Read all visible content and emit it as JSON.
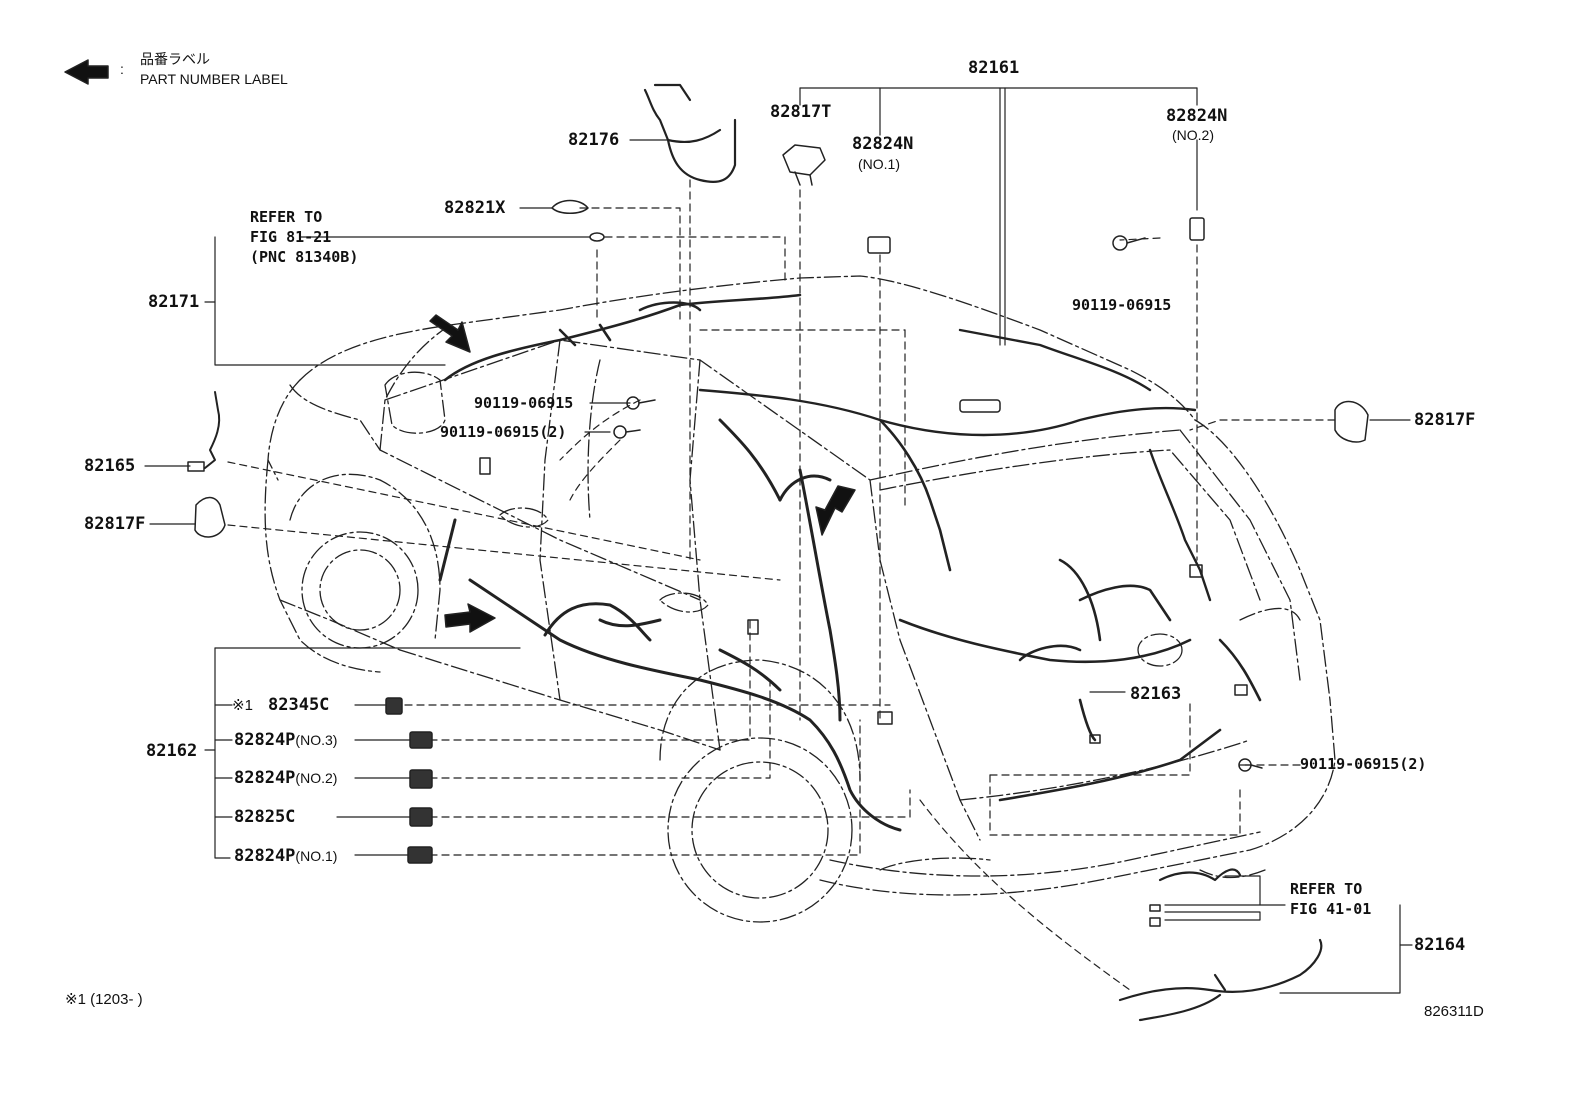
{
  "legend": {
    "label_ja": "品番ラベル",
    "label_en": "PART NUMBER LABEL",
    "separator": ":"
  },
  "footnote": "※1 (1203-     )",
  "diagram_id": "826311D",
  "callouts": {
    "c82161": "82161",
    "c82817T": "82817T",
    "c82824N_1": "82824N",
    "c82824N_1_sub": "(NO.1)",
    "c82824N_2": "82824N",
    "c82824N_2_sub": "(NO.2)",
    "c82176": "82176",
    "c82821X": "82821X",
    "refer1_l1": "REFER TO",
    "refer1_l2": "FIG 81-21",
    "refer1_l3": "(PNC 81340B)",
    "c82171": "82171",
    "bolt_top": "90119-06915",
    "bolt_mid1": "90119-06915",
    "bolt_mid2": "90119-06915(2)",
    "c82817F_right": "82817F",
    "c82165": "82165",
    "c82817F_left": "82817F",
    "c82163": "82163",
    "bolt_right": "90119-06915(2)",
    "c82162": "82162",
    "c82345C_mark": "※1",
    "c82345C": "82345C",
    "c82824P_3": "82824P",
    "c82824P_3_sub": "(NO.3)",
    "c82824P_2": "82824P",
    "c82824P_2_sub": "(NO.2)",
    "c82825C": "82825C",
    "c82824P_1": "82824P",
    "c82824P_1_sub": "(NO.1)",
    "refer2_l1": "REFER TO",
    "refer2_l2": "FIG 41-01",
    "c82164": "82164"
  }
}
